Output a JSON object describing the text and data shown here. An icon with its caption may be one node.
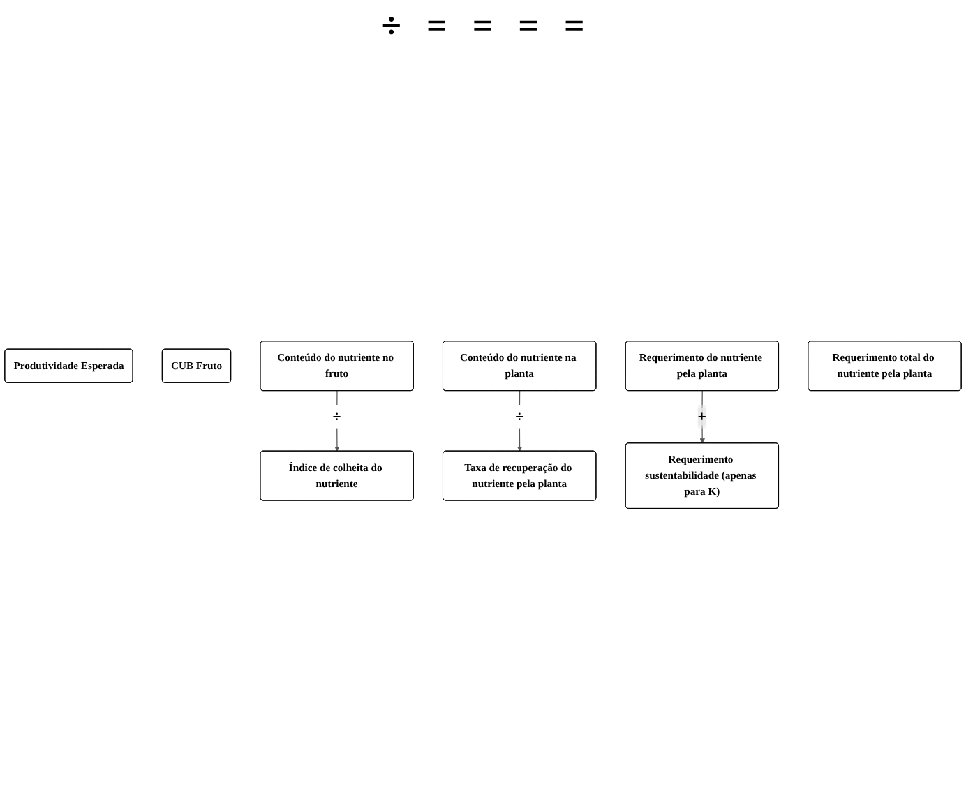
{
  "diagram": {
    "nodes": [
      {
        "text": [
          "Produtividade Esperada"
        ]
      },
      {
        "text": [
          "CUB Fruto"
        ]
      },
      {
        "text": [
          "Conteúdo do nutriente no fruto"
        ]
      },
      {
        "text": [
          "Conteúdo do nutriente na planta"
        ]
      },
      {
        "text": [
          "Índice de colheita do nutriente"
        ]
      },
      {
        "text": [
          "Taxa de recuperação do nutriente pela planta"
        ]
      },
      {
        "text": [
          "Requerimento do nutriente pela planta"
        ]
      },
      {
        "text": [
          "Requerimento total do nutriente pela planta"
        ]
      },
      {
        "text": [
          "Requerimento sustentabilidade (apenas para K)"
        ]
      }
    ],
    "edges": [
      {
        "from": 2,
        "to": 4,
        "arrow": "to",
        "label": "÷"
      },
      {
        "from": 3,
        "to": 5,
        "arrow": "to",
        "label": "÷"
      },
      {
        "from": 6,
        "to": 8,
        "arrow": "to",
        "label": "+"
      }
    ],
    "labels": [
      "÷",
      "=",
      "=",
      "=",
      "="
    ]
  }
}
